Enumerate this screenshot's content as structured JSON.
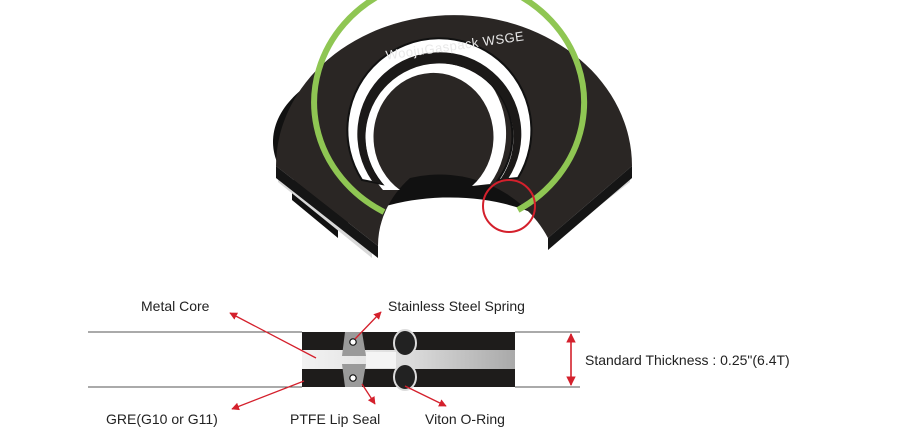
{
  "gasket": {
    "brand_text": "WoojuGaspack WSGE",
    "colors": {
      "body": "#2a2624",
      "edge": "#111111",
      "core": "#d9d9d9",
      "seal_ring": "#8fc653",
      "highlight_circle": "#d4202c",
      "callout": "#d4202c"
    }
  },
  "labels": {
    "metal_core": "Metal Core",
    "stainless_spring": "Stainless Steel Spring",
    "gre": "GRE(G10 or G11)",
    "ptfe_lip_seal": "PTFE Lip Seal",
    "viton_oring": "Viton O-Ring",
    "standard_thickness": "Standard Thickness : 0.25\"(6.4T)"
  }
}
